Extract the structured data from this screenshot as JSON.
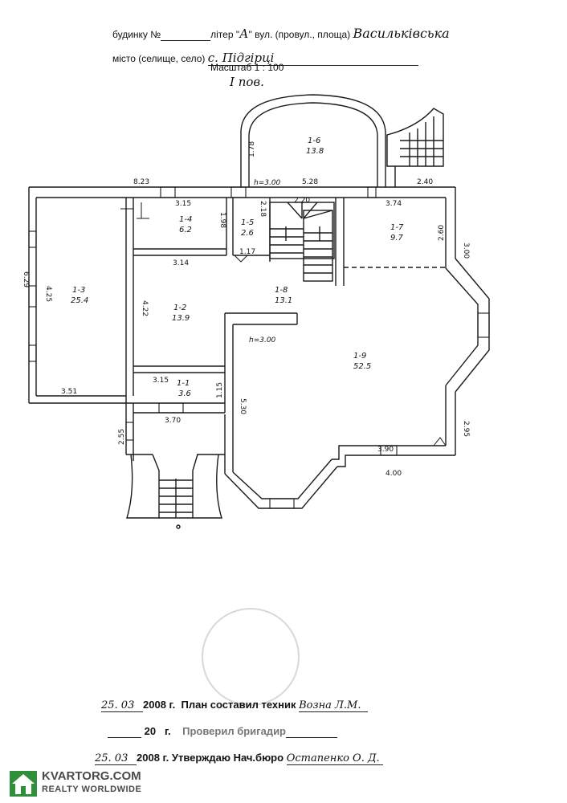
{
  "header": {
    "building_label": "будинку №",
    "letter_label_pre": "літер \"",
    "letter_value": "А",
    "letter_label_post": "\" вул. (провул., площа)",
    "street_value": "Васильківська",
    "locality_label": "місто (селище, село)",
    "locality_value": "с. Підгірці",
    "scale_label": "Масштаб 1 : 100",
    "floor_label": "I пов."
  },
  "plan": {
    "rooms": [
      {
        "id": "1-1",
        "area": "3.6"
      },
      {
        "id": "1-2",
        "area": "13.9"
      },
      {
        "id": "1-3",
        "area": "25.4"
      },
      {
        "id": "1-4",
        "area": "6.2"
      },
      {
        "id": "1-5",
        "area": "2.6"
      },
      {
        "id": "1-6",
        "area": "13.8"
      },
      {
        "id": "1-7",
        "area": "9.7"
      },
      {
        "id": "1-8",
        "area": "13.1"
      },
      {
        "id": "1-9",
        "area": "52.5"
      }
    ],
    "dimensions": {
      "d823": "8.23",
      "d528": "5.28",
      "d240": "2.40",
      "d315a": "3.15",
      "d220": "2.20",
      "d374": "3.74",
      "d198": "1.98",
      "d218": "2.18",
      "d178": "1.78",
      "d314": "3.14",
      "d117": "1.17",
      "d260": "2.60",
      "d300": "3.00",
      "d629": "6.29",
      "d425": "4.25",
      "d422": "4.22",
      "d351": "3.51",
      "d315b": "3.15",
      "d115": "1.15",
      "d370": "3.70",
      "d255": "2.55",
      "d530": "5.30",
      "d295": "2.95",
      "d390": "3.90",
      "d400": "4.00"
    },
    "heights": {
      "h_top": "h=3.00",
      "h_mid": "h=3.00"
    }
  },
  "footer": {
    "row1": {
      "date_hand": "25. 03",
      "year_print": "2008",
      "suffix": "г.",
      "role": "План составил техник",
      "name_hand": "Возна Л.М."
    },
    "row2": {
      "year_print": "20",
      "suffix": "г.",
      "role": "Проверил бригадир"
    },
    "row3": {
      "date_hand": "25. 03",
      "year_print": "2008",
      "suffix": "г.",
      "role": "Утверждаю  Нач.бюро",
      "name_hand": "Остапенко О. Д."
    }
  },
  "watermark": {
    "line1": "KVARTORG.COM",
    "line2": "REALTY WORLDWIDE"
  }
}
